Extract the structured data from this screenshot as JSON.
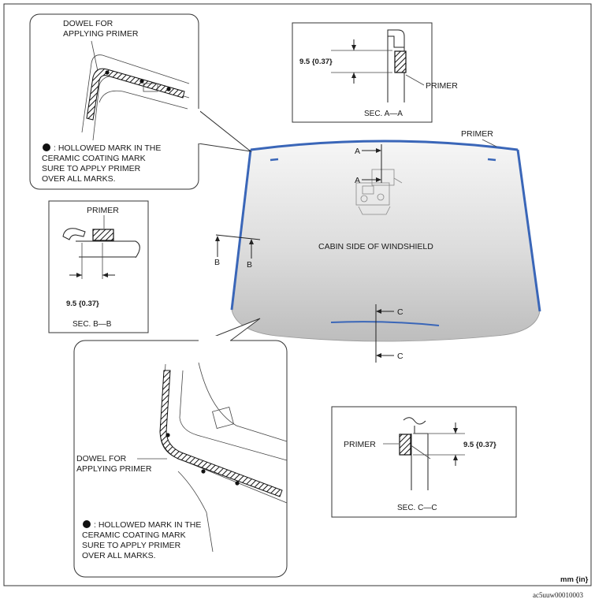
{
  "colors": {
    "primer_edge": "#3a66b8",
    "glass_light": "#f4f4f4",
    "glass_dark": "#b8b8b8",
    "frame": "#333333"
  },
  "windshield": {
    "center_label": "CABIN SIDE OF WINDSHIELD",
    "primer_label": "PRIMER",
    "marker_a_top": "A",
    "marker_a_bottom": "A",
    "marker_b_left": "B",
    "marker_b_right": "B",
    "marker_c_top": "C",
    "marker_c_bottom": "C"
  },
  "detail_top_left": {
    "dowel_line1": "DOWEL FOR",
    "dowel_line2": "APPLYING PRIMER",
    "note_line1": ": HOLLOWED MARK IN THE",
    "note_line2": "CERAMIC COATING MARK",
    "note_line3": "SURE TO APPLY PRIMER",
    "note_line4": "OVER ALL MARKS."
  },
  "detail_bottom": {
    "dowel_line1": "DOWEL FOR",
    "dowel_line2": "APPLYING PRIMER",
    "note_line1": ": HOLLOWED MARK IN THE",
    "note_line2": "CERAMIC COATING MARK",
    "note_line3": "SURE TO APPLY PRIMER",
    "note_line4": "OVER ALL MARKS."
  },
  "section_a": {
    "dimension": "9.5 {0.37}",
    "primer": "PRIMER",
    "caption": "SEC. A—A"
  },
  "section_b": {
    "primer": "PRIMER",
    "dimension": "9.5 {0.37}",
    "caption": "SEC. B—B"
  },
  "section_c": {
    "primer": "PRIMER",
    "dimension": "9.5 {0.37}",
    "caption": "SEC. C—C"
  },
  "footer": {
    "units": "mm {in}",
    "code": "ac5uuw00010003"
  }
}
